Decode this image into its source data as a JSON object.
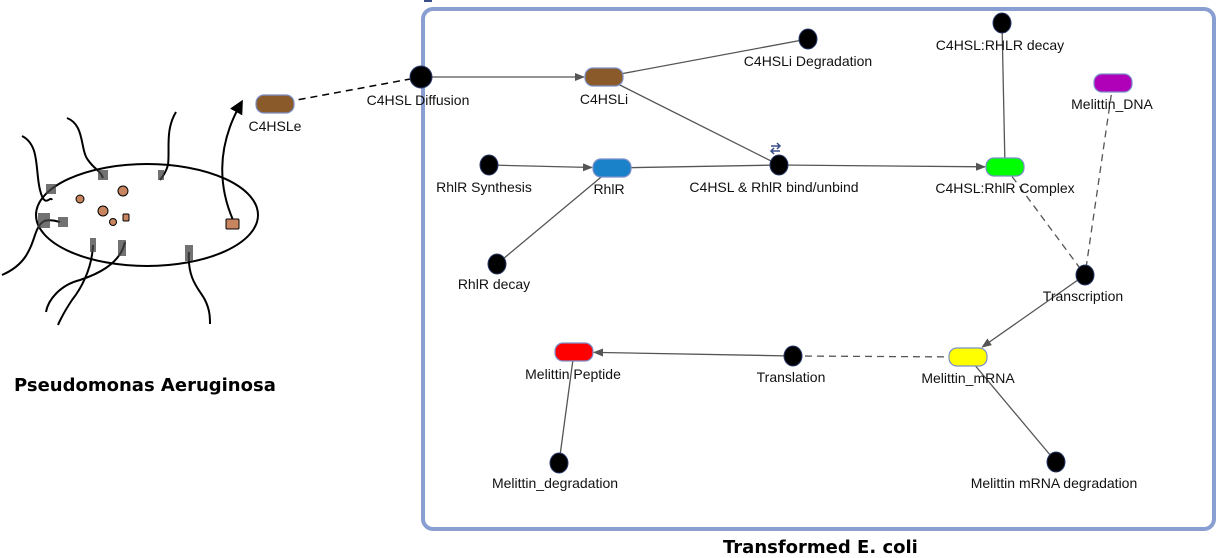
{
  "titles": {
    "left_organism": "Pseudomonas Aeruginosa",
    "right_organism": "Transformed E. coli"
  },
  "container": {
    "border_color": "#8a9fd1"
  },
  "species": [
    {
      "id": "C4HSLe",
      "label": "C4HSLe",
      "color": "#8b5a2b"
    },
    {
      "id": "C4HSLi",
      "label": "C4HSLi",
      "color": "#8b5a2b"
    },
    {
      "id": "RhlR",
      "label": "RhlR",
      "color": "#1a82c8"
    },
    {
      "id": "Complex",
      "label": "C4HSL:RhlR Complex",
      "color": "#00ff00"
    },
    {
      "id": "DNA",
      "label": "Melittin_DNA",
      "color": "#b000b8"
    },
    {
      "id": "mRNA",
      "label": "Melittin_mRNA",
      "color": "#ffff00"
    },
    {
      "id": "Peptide",
      "label": "Melittin Peptide",
      "color": "#ff0000"
    }
  ],
  "reactions": [
    {
      "id": "Diffusion",
      "label": "C4HSL Diffusion"
    },
    {
      "id": "C4Deg",
      "label": "C4HSLi Degradation"
    },
    {
      "id": "RhlRSyn",
      "label": "RhlR Synthesis"
    },
    {
      "id": "RhlRDecay",
      "label": "RhlR decay"
    },
    {
      "id": "Bind",
      "label": "C4HSL & RhlR bind/unbind",
      "reversible": true
    },
    {
      "id": "CompDecay",
      "label": "C4HSL:RHLR decay"
    },
    {
      "id": "Transcription",
      "label": "Transcription"
    },
    {
      "id": "Translation",
      "label": "Translation"
    },
    {
      "id": "PepDeg",
      "label": "Melittin_degradation"
    },
    {
      "id": "mRNADeg",
      "label": "Melittin mRNA degradation"
    }
  ],
  "edges": [
    {
      "from": "C4HSLe",
      "to": "Diffusion",
      "style": "dashed"
    },
    {
      "from": "Diffusion",
      "to": "C4HSLi",
      "style": "solid",
      "arrow": true
    },
    {
      "from": "C4HSLi",
      "to": "C4Deg",
      "style": "solid"
    },
    {
      "from": "C4HSLi",
      "to": "Bind",
      "style": "solid"
    },
    {
      "from": "RhlRSyn",
      "to": "RhlR",
      "style": "solid",
      "arrow": true
    },
    {
      "from": "RhlR",
      "to": "Bind",
      "style": "solid"
    },
    {
      "from": "RhlR",
      "to": "RhlRDecay",
      "style": "solid"
    },
    {
      "from": "Bind",
      "to": "Complex",
      "style": "solid",
      "arrow": true
    },
    {
      "from": "Complex",
      "to": "CompDecay",
      "style": "solid"
    },
    {
      "from": "Complex",
      "to": "Transcription",
      "style": "dashed"
    },
    {
      "from": "DNA",
      "to": "Transcription",
      "style": "dashed"
    },
    {
      "from": "Transcription",
      "to": "mRNA",
      "style": "solid",
      "arrow": true
    },
    {
      "from": "mRNA",
      "to": "Translation",
      "style": "dashed"
    },
    {
      "from": "Translation",
      "to": "Peptide",
      "style": "solid",
      "arrow": true
    },
    {
      "from": "Peptide",
      "to": "PepDeg",
      "style": "solid"
    },
    {
      "from": "mRNA",
      "to": "mRNADeg",
      "style": "solid"
    }
  ]
}
